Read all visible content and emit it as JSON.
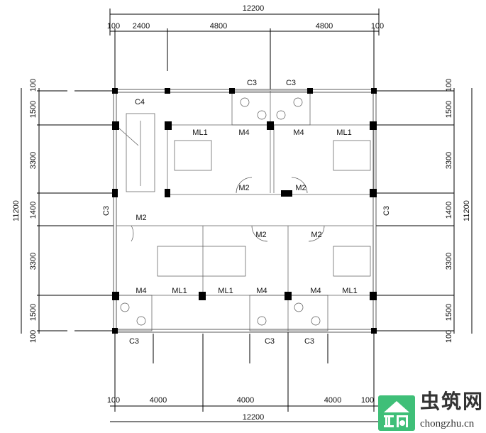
{
  "dimensions": {
    "top_total": "12200",
    "top_segments": [
      "100",
      "2400",
      "4800",
      "4800",
      "100"
    ],
    "bottom_segments": [
      "100",
      "4000",
      "4000",
      "4000",
      "100"
    ],
    "bottom_total": "12200",
    "left_total": "11200",
    "left_segments": [
      "100",
      "1500",
      "3300",
      "1400",
      "3300",
      "1500",
      "100"
    ],
    "right_total": "11200",
    "right_segments": [
      "100",
      "1500",
      "3300",
      "1400",
      "3300",
      "1500",
      "100"
    ]
  },
  "labels": {
    "upper": [
      "C4",
      "C3",
      "C3",
      "ML1",
      "M4",
      "M4",
      "ML1",
      "M2",
      "M2"
    ],
    "middle": [
      "C3",
      "C3",
      "M2",
      "M2",
      "M2"
    ],
    "lower": [
      "M4",
      "ML1",
      "ML1",
      "M4",
      "M4",
      "ML1",
      "C3",
      "C3",
      "C3"
    ]
  },
  "watermark": {
    "name_cn": "虫筑网",
    "domain": "chongzhu.cn"
  }
}
